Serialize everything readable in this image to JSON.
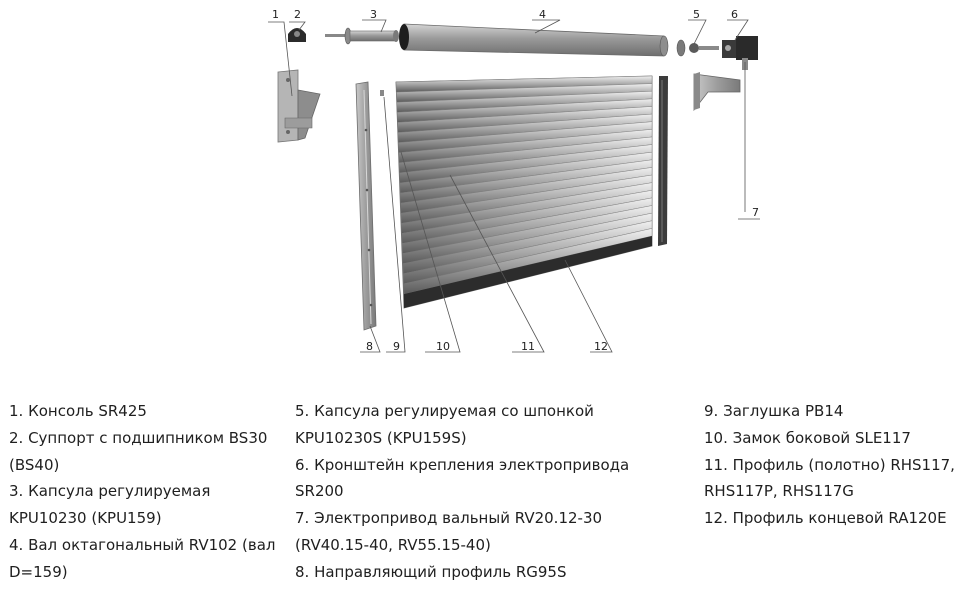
{
  "callouts": [
    "1",
    "2",
    "3",
    "4",
    "5",
    "6",
    "7",
    "8",
    "9",
    "10",
    "11",
    "12"
  ],
  "legend": {
    "col1": [
      "1. Консоль SR425",
      "2. Суппорт с подшипником BS30",
      "(BS40)",
      "3. Капсула регулируемая",
      "KPU10230 (KPU159)",
      "4. Вал октагональный RV102 (вал",
      "D=159)"
    ],
    "col2": [
      "5. Капсула регулируемая со шпонкой",
      "KPU10230S (KPU159S)",
      "6. Кронштейн крепления электропривода",
      "SR200",
      "7. Электропривод вальный RV20.12-30",
      "(RV40.15-40, RV55.15-40)",
      "8. Направляющий профиль RG95S"
    ],
    "col3": [
      "9. Заглушка PB14",
      "10. Замок боковой SLE117",
      "11. Профиль (полотно) RHS117,",
      "RHS117P, RHS117G",
      "12. Профиль концевой RA120E"
    ]
  }
}
